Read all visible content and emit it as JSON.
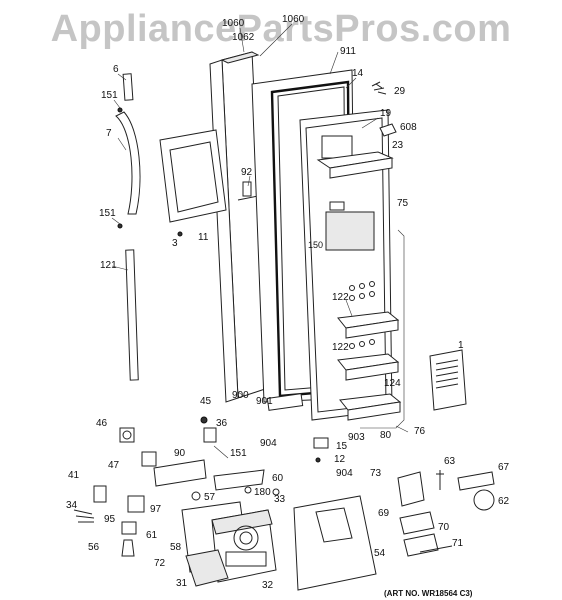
{
  "watermark": "AppliancePartsPros.com",
  "art_number": "(ART NO. WR18564 C3)",
  "callouts": [
    "1060",
    "1062",
    "911",
    "14",
    "29",
    "6",
    "151",
    "7",
    "92",
    "19",
    "608",
    "23",
    "151",
    "75",
    "3",
    "11",
    "150",
    "121",
    "122",
    "122",
    "1",
    "124",
    "900",
    "45",
    "901",
    "36",
    "46",
    "904",
    "15",
    "903",
    "80",
    "76",
    "151",
    "90",
    "12",
    "47",
    "60",
    "904",
    "73",
    "63",
    "67",
    "41",
    "180",
    "57",
    "33",
    "62",
    "34",
    "97",
    "95",
    "69",
    "70",
    "61",
    "58",
    "54",
    "56",
    "72",
    "71",
    "31",
    "32"
  ],
  "colors": {
    "line": "#222222",
    "watermark": "#969696",
    "background": "#ffffff"
  }
}
